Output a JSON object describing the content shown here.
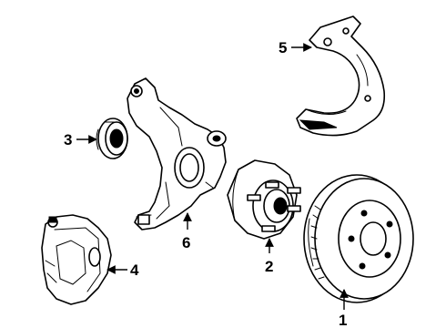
{
  "callouts": [
    {
      "id": "1",
      "label": "1"
    },
    {
      "id": "2",
      "label": "2"
    },
    {
      "id": "3",
      "label": "3"
    },
    {
      "id": "4",
      "label": "4"
    },
    {
      "id": "5",
      "label": "5"
    },
    {
      "id": "6",
      "label": "6"
    }
  ],
  "parts": [
    {
      "callout": "1",
      "name": "brake-rotor"
    },
    {
      "callout": "2",
      "name": "hub-and-bearing"
    },
    {
      "callout": "3",
      "name": "bearing"
    },
    {
      "callout": "4",
      "name": "caliper"
    },
    {
      "callout": "5",
      "name": "splash-shield"
    },
    {
      "callout": "6",
      "name": "steering-knuckle"
    }
  ]
}
